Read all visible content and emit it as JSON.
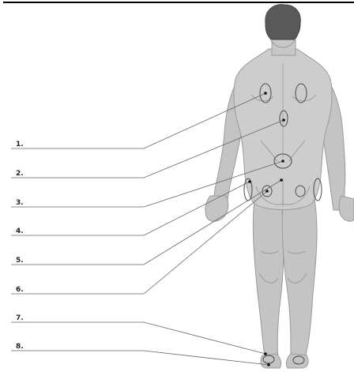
{
  "diagram": {
    "labels": [
      "1.",
      "2.",
      "3.",
      "4.",
      "5.",
      "6.",
      "7.",
      "8."
    ]
  }
}
